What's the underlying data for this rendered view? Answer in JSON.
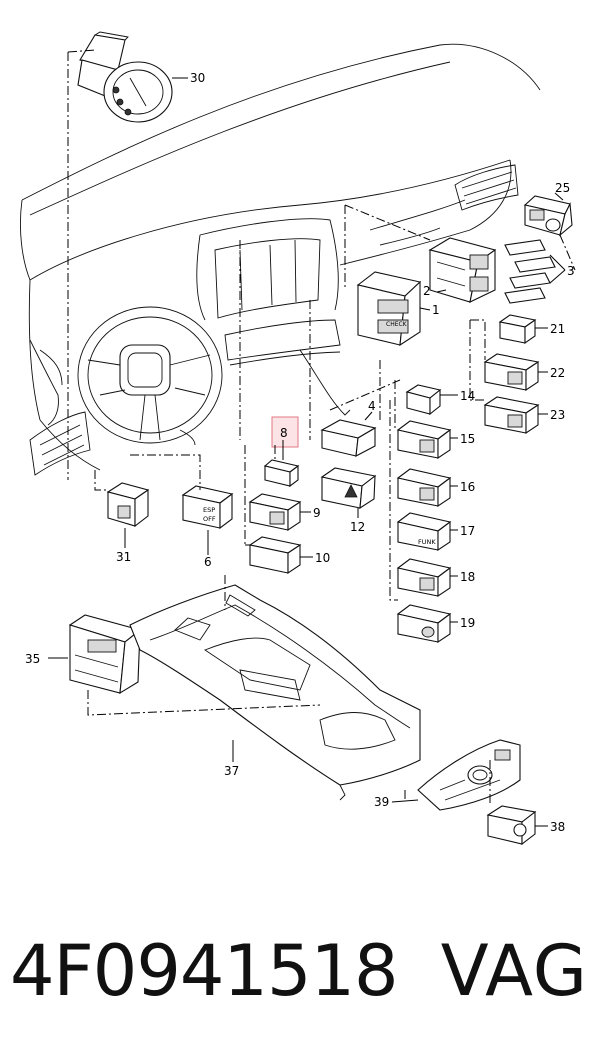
{
  "callouts": {
    "c1": "1",
    "c3": "3",
    "c2": "2",
    "c4": "4",
    "c6": "6",
    "c8": "8",
    "c9": "9",
    "c10": "10",
    "c12": "12",
    "c14": "14",
    "c15": "15",
    "c16": "16",
    "c17": "17",
    "c18": "18",
    "c19": "19",
    "c21": "21",
    "c22": "22",
    "c23": "23",
    "c25": "25",
    "c30": "30",
    "c31": "31",
    "c35": "35",
    "c37": "37",
    "c38": "38",
    "c39": "39"
  },
  "button_labels": {
    "esp_top": "ESP",
    "esp_bottom": "OFF",
    "funk": "FUNK",
    "check": "CHECK"
  },
  "caption": {
    "part_number": "4F0941518",
    "brand": "VAG"
  },
  "highlight_color": "#fbe3e6"
}
